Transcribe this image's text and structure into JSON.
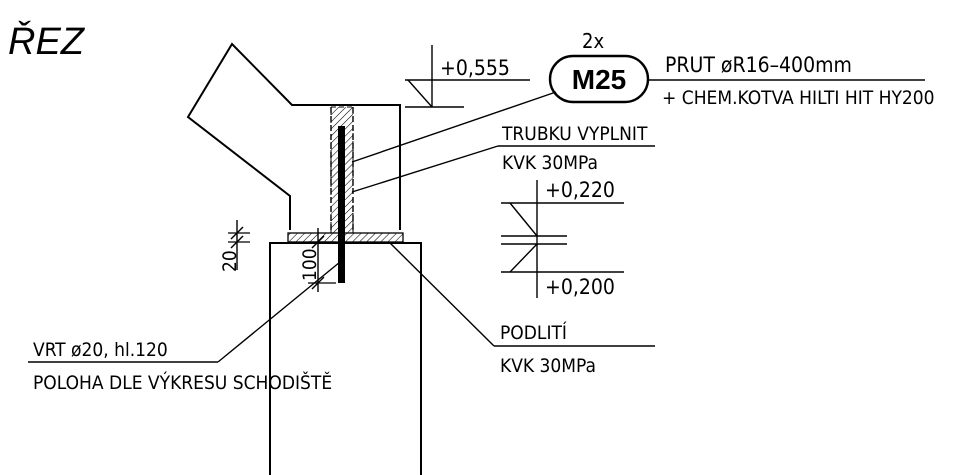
{
  "drawing": {
    "section_title": "ŘEZ",
    "anchor_count": "2x",
    "anchor_tag": "M25",
    "anchor_line1": "PRUT øR16–400mm",
    "anchor_line2": "+ CHEM.KOTVA HILTI HIT HY200",
    "elev_top": "+0,555",
    "elev_mid": "+0,220",
    "elev_low": "+0,200",
    "tube_line1": "TRUBKU VYPLNIT",
    "tube_line2": "KVK 30MPa",
    "grout_line1": "PODLITÍ",
    "grout_line2": "KVK 30MPa",
    "dim_grout": "20",
    "dim_embed": "100",
    "drill_line1": "VRT ø20, hl.120",
    "drill_line2": "POLOHA DLE VÝKRESU SCHODIŠTĚ"
  }
}
